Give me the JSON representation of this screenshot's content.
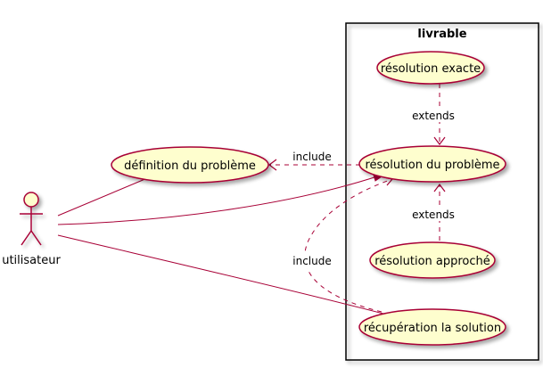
{
  "package": {
    "title": "livrable"
  },
  "actor": {
    "name": "utilisateur"
  },
  "use_cases": {
    "definition": "définition du problème",
    "exacte": "résolution exacte",
    "resolution": "résolution du problème",
    "approche": "résolution approché",
    "recuperation": "récupération la solution"
  },
  "relations": {
    "include_definition": "include",
    "extends_exacte": "extends",
    "extends_approche": "extends",
    "include_recuperation": "include"
  },
  "colors": {
    "usecase_fill": "#FEFECE",
    "border": "#A80036",
    "package_border": "#000000",
    "shadow": "#C8C8C8"
  }
}
